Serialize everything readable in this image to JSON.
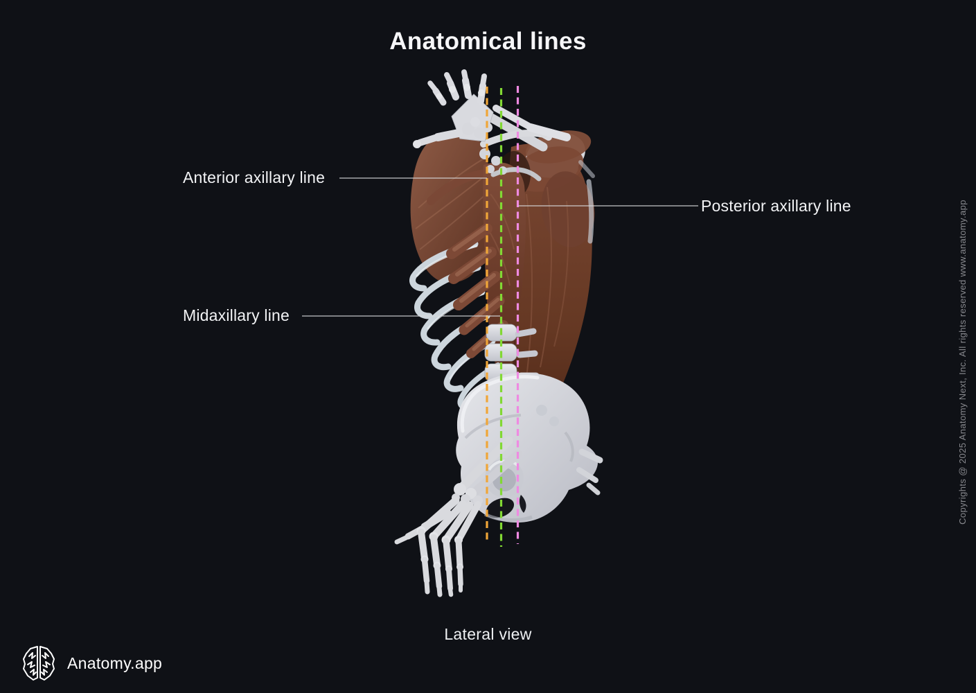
{
  "page": {
    "title": "Anatomical lines",
    "view_label": "Lateral view",
    "background_color": "#0f1116"
  },
  "labels": {
    "anterior": {
      "text": "Anterior axillary line"
    },
    "midaxillary": {
      "text": "Midaxillary line"
    },
    "posterior": {
      "text": "Posterior axillary line"
    }
  },
  "lines": {
    "anterior": {
      "name": "Anterior axillary line",
      "color": "#f0a638"
    },
    "midaxillary": {
      "name": "Midaxillary line",
      "color": "#82d834"
    },
    "posterior": {
      "name": "Posterior axillary line",
      "color": "#ef8ae2"
    }
  },
  "footer": {
    "brand": "Anatomy.app",
    "copyright": "Copyrights @ 2025 Anatomy Next, Inc. All rights reserved www.anatomy.app"
  }
}
